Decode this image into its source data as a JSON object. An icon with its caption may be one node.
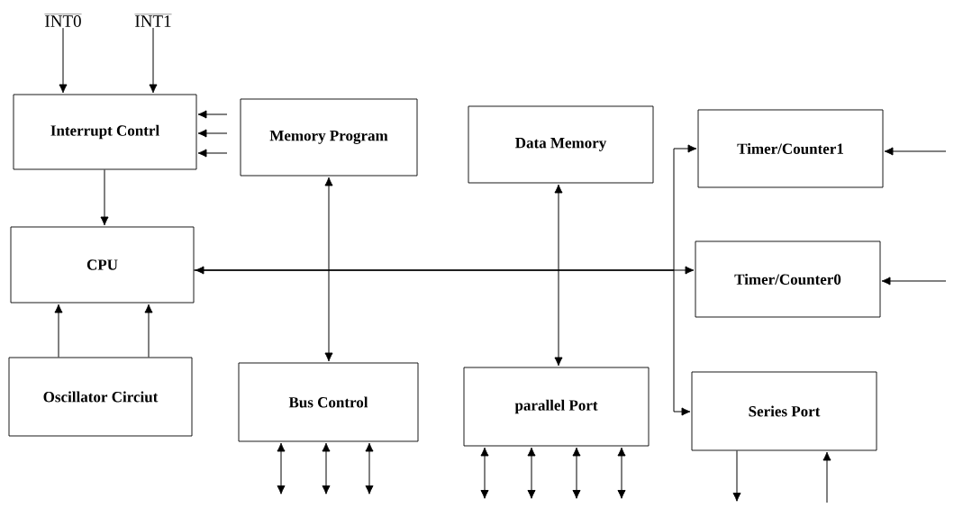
{
  "diagram": {
    "nodes": [
      {
        "text": [
          "INT0"
        ]
      },
      {
        "text": [
          "INT1"
        ]
      },
      {
        "text": [
          "Interrupt Contrl"
        ]
      },
      {
        "text": [
          "Memory Program"
        ]
      },
      {
        "text": [
          "Data Memory"
        ]
      },
      {
        "text": [
          "Timer/Counter1"
        ]
      },
      {
        "text": [
          "CPU"
        ]
      },
      {
        "text": [
          "Timer/Counter0"
        ]
      },
      {
        "text": [
          "Oscillator Circiut"
        ]
      },
      {
        "text": [
          "Bus Control"
        ]
      },
      {
        "text": [
          "parallel Port"
        ]
      },
      {
        "text": [
          "Series Port"
        ]
      }
    ],
    "edges": [
      {
        "from": 0,
        "to": 2,
        "arrow": "to"
      },
      {
        "from": 1,
        "to": 2,
        "arrow": "to"
      },
      {
        "from": null,
        "to": 2,
        "arrow": "to"
      },
      {
        "from": null,
        "to": 2,
        "arrow": "to"
      },
      {
        "from": null,
        "to": 2,
        "arrow": "to"
      },
      {
        "from": 2,
        "to": 6,
        "arrow": "to"
      },
      {
        "from": 3,
        "to": 9,
        "arrow": "both"
      },
      {
        "from": 4,
        "to": 10,
        "arrow": "both"
      },
      {
        "from": 6,
        "to": 5,
        "arrow": "to"
      },
      {
        "from": 6,
        "to": 7,
        "arrow": "both"
      },
      {
        "from": 6,
        "to": 11,
        "arrow": "to"
      },
      {
        "from": null,
        "to": 5,
        "arrow": "to"
      },
      {
        "from": null,
        "to": 7,
        "arrow": "to"
      },
      {
        "from": 8,
        "to": 6,
        "arrow": "to"
      },
      {
        "from": 8,
        "to": 6,
        "arrow": "to"
      },
      {
        "from": 9,
        "to": null,
        "arrow": "both"
      },
      {
        "from": 9,
        "to": null,
        "arrow": "both"
      },
      {
        "from": 9,
        "to": null,
        "arrow": "both"
      },
      {
        "from": 10,
        "to": null,
        "arrow": "both"
      },
      {
        "from": 10,
        "to": null,
        "arrow": "both"
      },
      {
        "from": 10,
        "to": null,
        "arrow": "both"
      },
      {
        "from": 10,
        "to": null,
        "arrow": "both"
      },
      {
        "from": 11,
        "to": null,
        "arrow": "to"
      },
      {
        "from": null,
        "to": 11,
        "arrow": "to"
      }
    ]
  }
}
